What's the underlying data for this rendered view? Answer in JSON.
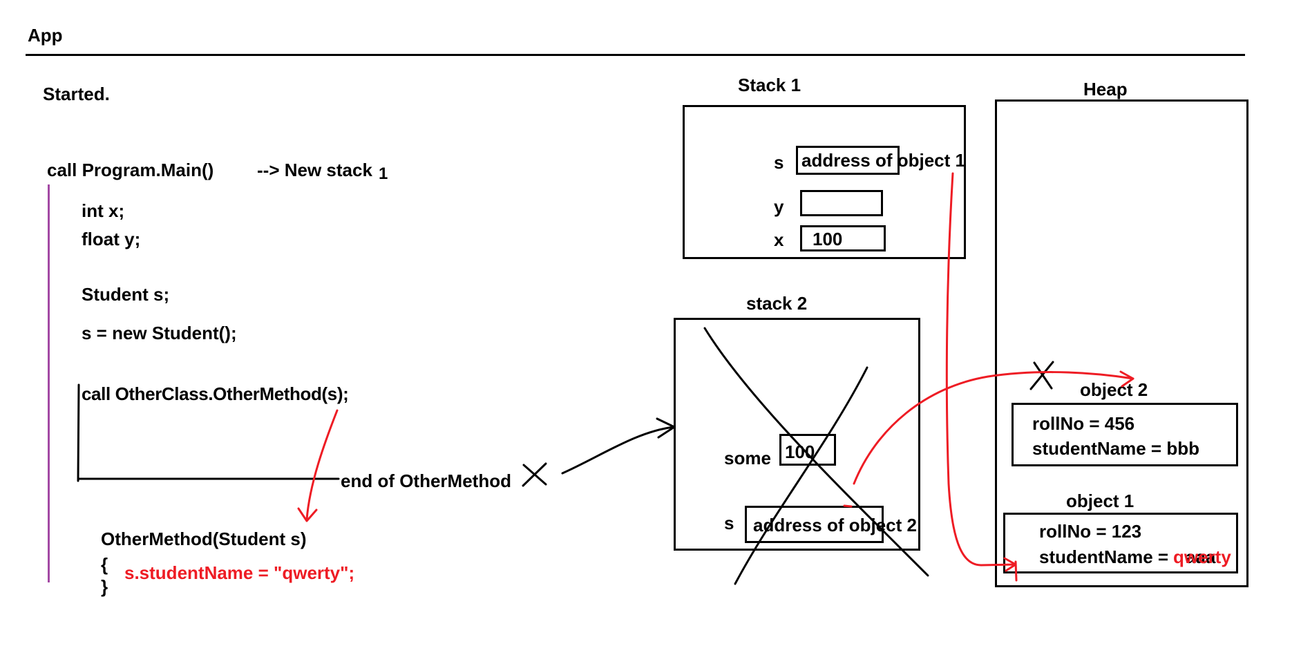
{
  "app_title": "App",
  "status": "Started.",
  "code": {
    "call_main": "call Program.Main()",
    "arrow_new_stack": "--> New stack",
    "stack_number": "1",
    "line_int": "int x;",
    "line_float": "float y;",
    "line_student_decl": "Student s;",
    "line_new_student": "s = new Student();",
    "call_other": "call OtherClass.OtherMethod(s);",
    "end_other": "end of OtherMethod",
    "method_sig": "OtherMethod(Student s)",
    "brace_open": "{",
    "method_body": "s.studentName = \"qwerty\";",
    "brace_close": "}"
  },
  "stack1": {
    "title": "Stack 1",
    "var_s": "s",
    "var_s_value": "address of object 1",
    "var_y": "y",
    "var_y_value": "",
    "var_x": "x",
    "var_x_value": "100"
  },
  "stack2": {
    "title": "stack 2",
    "var_some": "some",
    "var_some_value": "100",
    "var_s": "s",
    "var_s_value": "address of object 2"
  },
  "heap": {
    "title": "Heap",
    "object2": {
      "label": "object 2",
      "roll": "rollNo = 456",
      "name": "studentName = bbb"
    },
    "object1": {
      "label": "object 1",
      "roll": "rollNo = 123",
      "name_prefix": "studentName = ",
      "old_value": "aaa",
      "new_value": "qwerty"
    }
  },
  "colors": {
    "ink": "#000000",
    "annotation": "#ee1c24",
    "scope_line": "#a349a4"
  }
}
